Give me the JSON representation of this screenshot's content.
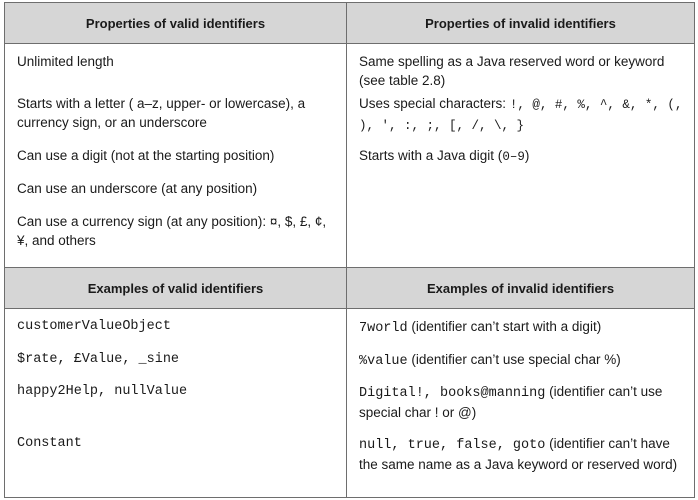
{
  "top": {
    "header_valid": "Properties of valid identifiers",
    "header_invalid": "Properties of invalid identifiers",
    "valid": [
      "Unlimited length",
      "Starts with a letter ( a–z, upper- or lowercase), a currency sign, or an underscore",
      "Can use a digit (not at the starting position)",
      "Can use an underscore (at any position)",
      "Can use a currency sign (at any position): ¤, $, £, ¢, ¥, and others"
    ],
    "invalid": {
      "reserved": "Same spelling as a Java reserved word or keyword (see table 2.8)",
      "special_prefix": "Uses special characters: ",
      "special_chars": "!, @, #, %, ^, &, *, (, ), ', :, ;, [, /, \\, }",
      "digit_prefix": "Starts with a Java digit (",
      "digit_range": "0–9",
      "digit_suffix": ")"
    }
  },
  "bottom": {
    "header_valid": "Examples of valid identifiers",
    "header_invalid": "Examples of invalid identifiers",
    "rows": [
      {
        "valid": "customerValueObject",
        "invalid_code": "7world",
        "invalid_text": " (identifier can’t start with a digit)"
      },
      {
        "valid": "$rate, £Value, _sine",
        "invalid_code": "%value",
        "invalid_text": " (identifier can’t use special char %)"
      },
      {
        "valid": "happy2Help, nullValue",
        "invalid_code": "Digital!, books@manning",
        "invalid_text": " (identifier can’t use special char ! or @)"
      },
      {
        "valid": "Constant",
        "invalid_code": "null, true, false, goto",
        "invalid_text": " (identifier can’t have the same name as a Java keyword or reserved word)"
      }
    ]
  }
}
